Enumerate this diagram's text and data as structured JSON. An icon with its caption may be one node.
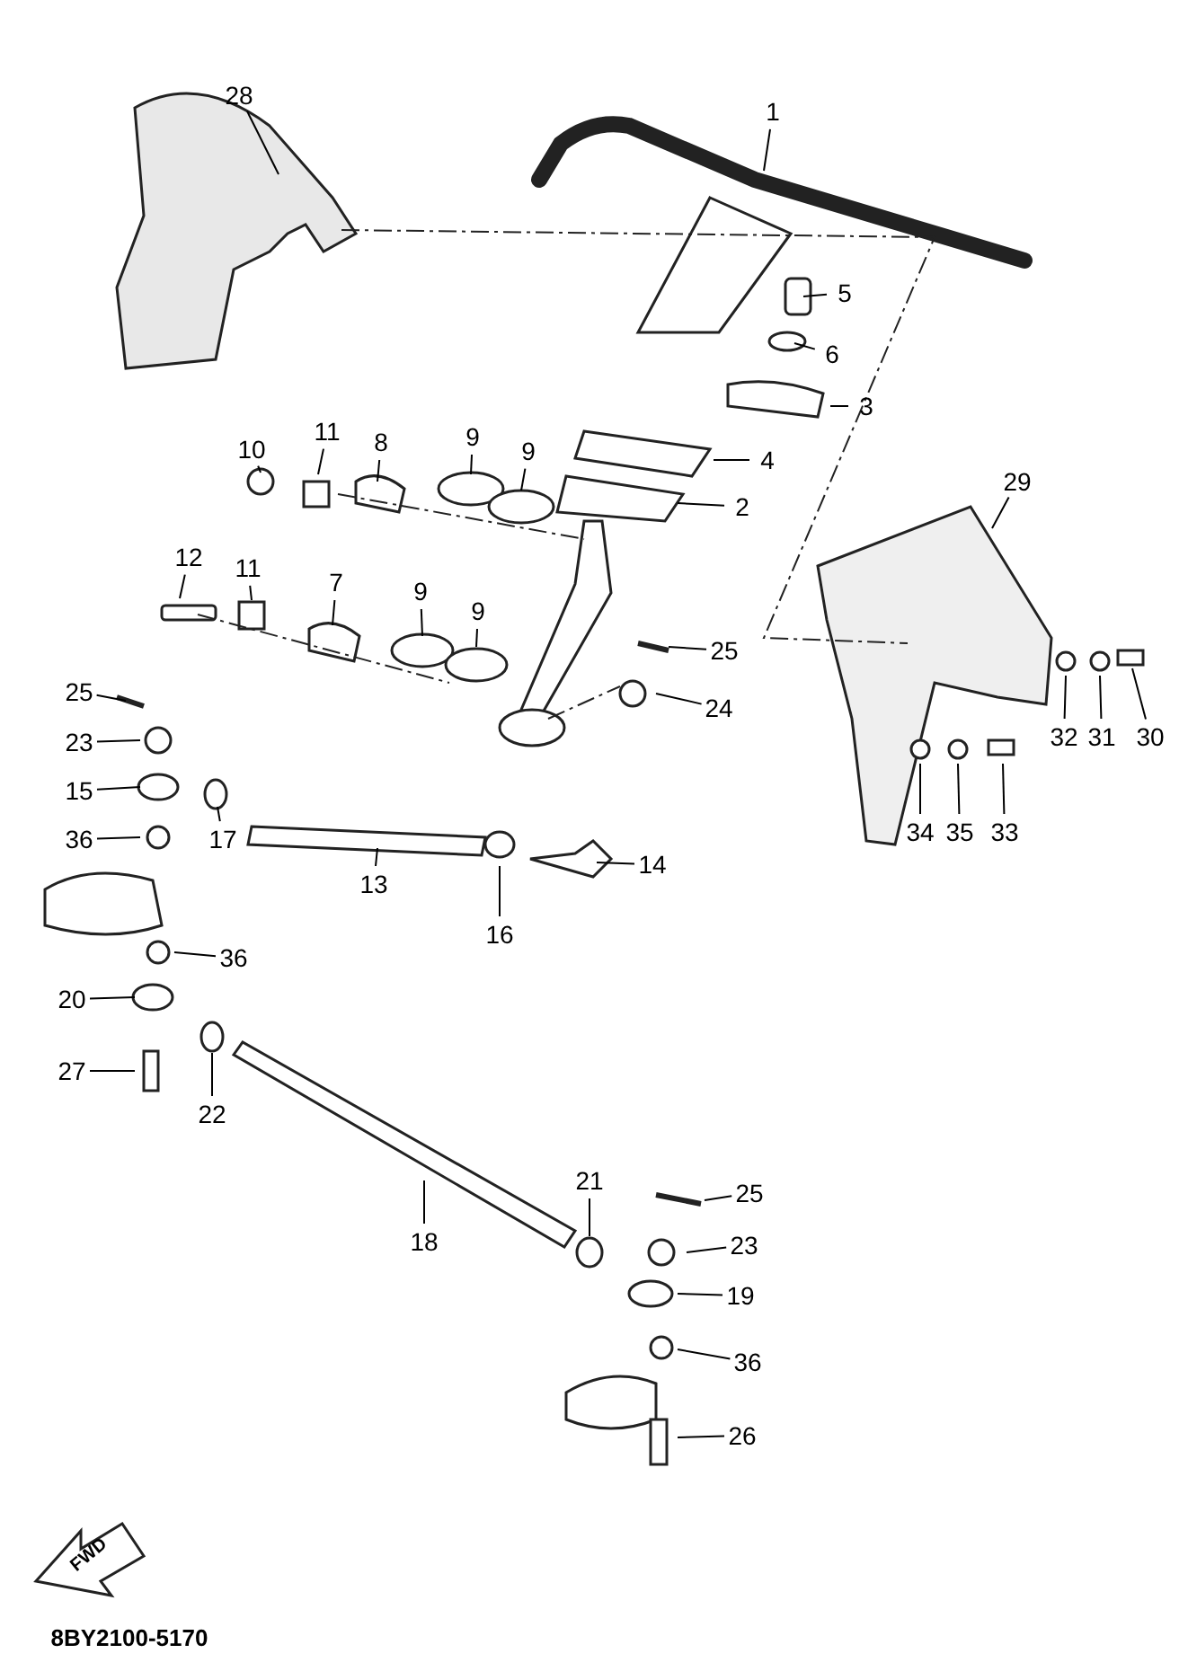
{
  "diagram": {
    "nodes": [
      {
        "text": [
          "28"
        ]
      },
      {
        "text": [
          "1"
        ]
      },
      {
        "text": [
          "5"
        ]
      },
      {
        "text": [
          "6"
        ]
      },
      {
        "text": [
          "3"
        ]
      },
      {
        "text": [
          "10"
        ]
      },
      {
        "text": [
          "11"
        ]
      },
      {
        "text": [
          "8"
        ]
      },
      {
        "text": [
          "9"
        ]
      },
      {
        "text": [
          "9"
        ]
      },
      {
        "text": [
          "4"
        ]
      },
      {
        "text": [
          "2"
        ]
      },
      {
        "text": [
          "29"
        ]
      },
      {
        "text": [
          "12"
        ]
      },
      {
        "text": [
          "11"
        ]
      },
      {
        "text": [
          "7"
        ]
      },
      {
        "text": [
          "9"
        ]
      },
      {
        "text": [
          "9"
        ]
      },
      {
        "text": [
          "25"
        ]
      },
      {
        "text": [
          "25"
        ]
      },
      {
        "text": [
          "24"
        ]
      },
      {
        "text": [
          "32"
        ]
      },
      {
        "text": [
          "31"
        ]
      },
      {
        "text": [
          "30"
        ]
      },
      {
        "text": [
          "23"
        ]
      },
      {
        "text": [
          "15"
        ]
      },
      {
        "text": [
          "36"
        ]
      },
      {
        "text": [
          "17"
        ]
      },
      {
        "text": [
          "34"
        ]
      },
      {
        "text": [
          "35"
        ]
      },
      {
        "text": [
          "33"
        ]
      },
      {
        "text": [
          "13"
        ]
      },
      {
        "text": [
          "14"
        ]
      },
      {
        "text": [
          "16"
        ]
      },
      {
        "text": [
          "36"
        ]
      },
      {
        "text": [
          "20"
        ]
      },
      {
        "text": [
          "27"
        ]
      },
      {
        "text": [
          "22"
        ]
      },
      {
        "text": [
          "21"
        ]
      },
      {
        "text": [
          "25"
        ]
      },
      {
        "text": [
          "18"
        ]
      },
      {
        "text": [
          "23"
        ]
      },
      {
        "text": [
          "19"
        ]
      },
      {
        "text": [
          "36"
        ]
      },
      {
        "text": [
          "26"
        ]
      }
    ],
    "edges": [
      {
        "from": 0,
        "to": null,
        "arrow": "none"
      },
      {
        "from": 1,
        "to": null,
        "arrow": "none"
      },
      {
        "from": 2,
        "to": null,
        "arrow": "none"
      },
      {
        "from": 3,
        "to": null,
        "arrow": "none"
      },
      {
        "from": 4,
        "to": null,
        "arrow": "none"
      },
      {
        "from": 5,
        "to": null,
        "arrow": "none"
      },
      {
        "from": 6,
        "to": null,
        "arrow": "none"
      },
      {
        "from": 7,
        "to": null,
        "arrow": "none"
      },
      {
        "from": 8,
        "to": null,
        "arrow": "none"
      },
      {
        "from": 9,
        "to": null,
        "arrow": "none"
      },
      {
        "from": 10,
        "to": null,
        "arrow": "none"
      },
      {
        "from": 11,
        "to": null,
        "arrow": "none"
      },
      {
        "from": 12,
        "to": null,
        "arrow": "none"
      },
      {
        "from": 13,
        "to": null,
        "arrow": "none"
      },
      {
        "from": 14,
        "to": null,
        "arrow": "none"
      },
      {
        "from": 15,
        "to": null,
        "arrow": "none"
      },
      {
        "from": 16,
        "to": null,
        "arrow": "none"
      },
      {
        "from": 17,
        "to": null,
        "arrow": "none"
      },
      {
        "from": 18,
        "to": null,
        "arrow": "none"
      },
      {
        "from": 19,
        "to": null,
        "arrow": "none"
      },
      {
        "from": 20,
        "to": null,
        "arrow": "none"
      },
      {
        "from": 21,
        "to": null,
        "arrow": "none"
      },
      {
        "from": 22,
        "to": null,
        "arrow": "none"
      },
      {
        "from": 23,
        "to": null,
        "arrow": "none"
      },
      {
        "from": 24,
        "to": null,
        "arrow": "none"
      },
      {
        "from": 25,
        "to": null,
        "arrow": "none"
      },
      {
        "from": 26,
        "to": null,
        "arrow": "none"
      },
      {
        "from": 27,
        "to": null,
        "arrow": "none"
      },
      {
        "from": 28,
        "to": null,
        "arrow": "none"
      },
      {
        "from": 29,
        "to": null,
        "arrow": "none"
      },
      {
        "from": 30,
        "to": null,
        "arrow": "none"
      },
      {
        "from": 31,
        "to": null,
        "arrow": "none"
      },
      {
        "from": 32,
        "to": null,
        "arrow": "none"
      },
      {
        "from": 33,
        "to": null,
        "arrow": "none"
      },
      {
        "from": 34,
        "to": null,
        "arrow": "none"
      },
      {
        "from": 35,
        "to": null,
        "arrow": "none"
      },
      {
        "from": 36,
        "to": null,
        "arrow": "none"
      },
      {
        "from": 37,
        "to": null,
        "arrow": "none"
      },
      {
        "from": 38,
        "to": null,
        "arrow": "none"
      },
      {
        "from": 39,
        "to": null,
        "arrow": "none"
      },
      {
        "from": 40,
        "to": null,
        "arrow": "none"
      },
      {
        "from": 41,
        "to": null,
        "arrow": "none"
      },
      {
        "from": 42,
        "to": null,
        "arrow": "none"
      },
      {
        "from": 43,
        "to": null,
        "arrow": "none"
      },
      {
        "from": 44,
        "to": null,
        "arrow": "none"
      }
    ],
    "labels": [
      "FWD",
      "8BY2100-5170"
    ]
  }
}
